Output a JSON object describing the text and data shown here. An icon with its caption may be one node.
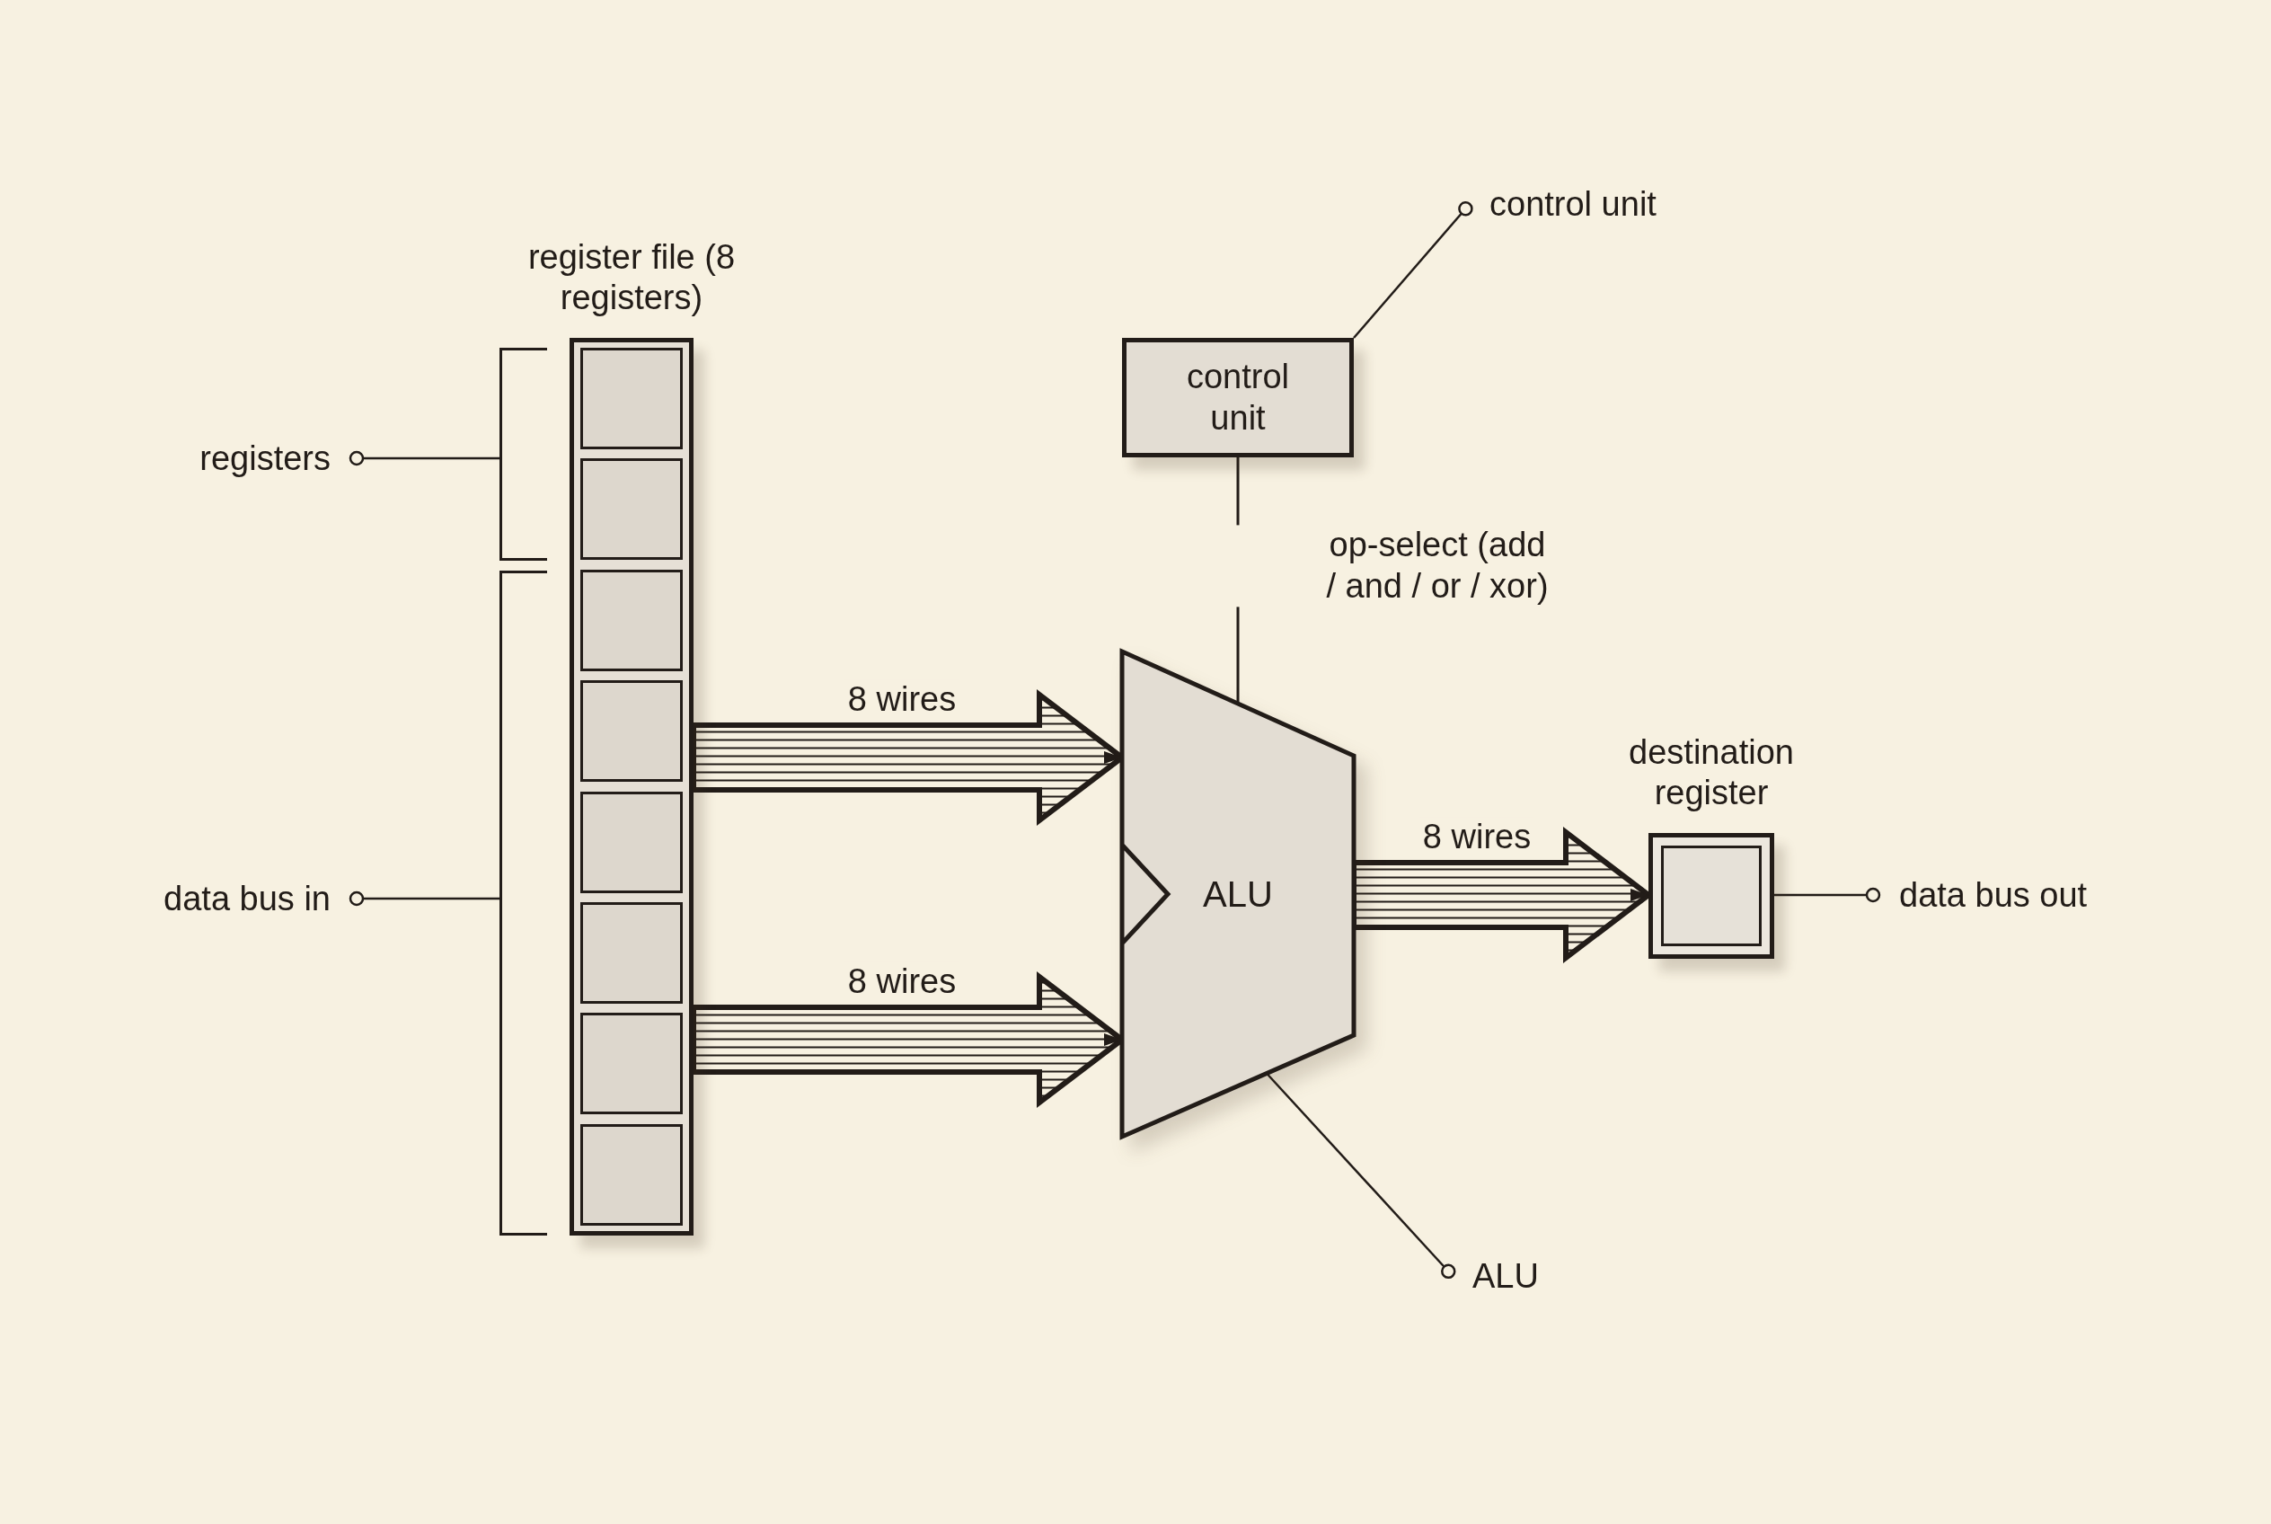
{
  "diagram": {
    "nodes": [
      {
        "text": [
          "register file (8 registers)"
        ]
      },
      {
        "text": [],
        "shape": "box",
        "in": 0
      },
      {
        "text": [],
        "shape": "box",
        "in": 0
      },
      {
        "text": [],
        "shape": "box",
        "in": 0
      },
      {
        "text": [],
        "shape": "box",
        "in": 0
      },
      {
        "text": [],
        "shape": "box",
        "in": 0
      },
      {
        "text": [],
        "shape": "box",
        "in": 0
      },
      {
        "text": [],
        "shape": "box",
        "in": 0
      },
      {
        "text": [],
        "shape": "box",
        "in": 0
      },
      {
        "text": [
          "control unit"
        ]
      },
      {
        "text": [
          "ALU"
        ]
      },
      {
        "text": [
          "destination register"
        ]
      },
      {
        "text": [
          "registers"
        ]
      },
      {
        "text": [
          "data bus in"
        ]
      },
      {
        "text": [
          "control unit"
        ]
      },
      {
        "text": [
          "ALU"
        ]
      },
      {
        "text": [
          "data bus out"
        ]
      },
      {
        "text": [],
        "shape": "bracket"
      },
      {
        "text": [],
        "shape": "bracket"
      }
    ],
    "edges": [
      {
        "from": 0,
        "to": 10,
        "arrow": "to",
        "label": "8 wires",
        "style": "thick"
      },
      {
        "from": 0,
        "to": 10,
        "arrow": "to",
        "label": "8 wires",
        "style": "thick"
      },
      {
        "from": 10,
        "to": 11,
        "arrow": "to",
        "label": "8 wires",
        "style": "thick"
      },
      {
        "from": 9,
        "to": 10,
        "arrow": "none",
        "label": "op-select (add / and / or / xor)"
      },
      {
        "from": 12,
        "to": 17,
        "arrow": "other"
      },
      {
        "from": 13,
        "to": 18,
        "arrow": "other"
      },
      {
        "from": 14,
        "to": 9,
        "arrow": "other"
      },
      {
        "from": 15,
        "to": 10,
        "arrow": "other"
      },
      {
        "from": 16,
        "to": 11,
        "arrow": "other"
      }
    ]
  }
}
